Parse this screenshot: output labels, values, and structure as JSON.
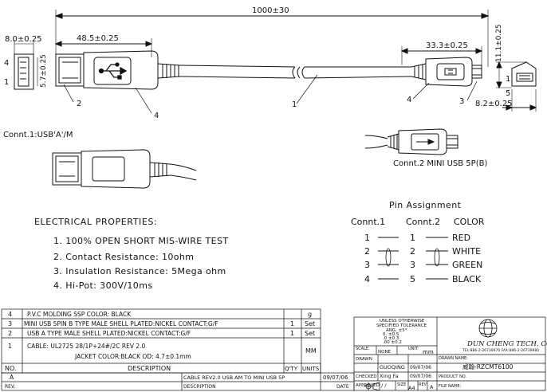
{
  "dimensions": {
    "overall_length": "1000±30",
    "plug_a_length": "48.5±0.25",
    "plug_a_width": "8.0±0.25",
    "plug_a_height": "5.7±0.25",
    "plug_b_length": "33.3±0.25",
    "plug_b_height": "11.1±0.25",
    "plug_b_width": "8.2±0.25",
    "end_view_a_pins": [
      "4",
      "1"
    ],
    "end_view_b_pins": [
      "1",
      "5"
    ]
  },
  "callouts": {
    "cable": "1",
    "plug_a_body": "2",
    "plug_b_body": "3",
    "overmold": "4"
  },
  "connectors": {
    "conn1_label": "Connt.1:USB'A'/M",
    "conn2_label": "Connt.2 MINI USB 5P(B)"
  },
  "electrical": {
    "heading": "ELECTRICAL PROPERTIES:",
    "items": [
      "1. 100% OPEN SHORT MIS-WIRE TEST",
      "2. Contact Resistance: 10ohm",
      "3. Insulation Resistance: 5Mega ohm",
      "4. Hi-Pot: 300V/10ms"
    ]
  },
  "pin_assignment": {
    "title": "Pin  Assignment",
    "headers": [
      "Connt.1",
      "Connt.2",
      "COLOR"
    ],
    "rows": [
      {
        "c1": "1",
        "c2": "1",
        "color": "RED"
      },
      {
        "c1": "2",
        "c2": "2",
        "color": "WHITE"
      },
      {
        "c1": "3",
        "c2": "3",
        "color": "GREEN"
      },
      {
        "c1": "4",
        "c2": "5",
        "color": "BLACK"
      }
    ]
  },
  "bom": {
    "rows": [
      {
        "no": "4",
        "desc": "P.V.C MOLDING SSP COLOR: BLACK",
        "qty": "",
        "unit": "g"
      },
      {
        "no": "3",
        "desc": "MINI USB 5PIN B TYPE MALE SHELL PLATED:NICKEL CONTACT:G/F",
        "qty": "1",
        "unit": "Set"
      },
      {
        "no": "2",
        "desc": "USB A TYPE MALE SHELL PLATED:NICKEL CONTACT:G/F",
        "qty": "1",
        "unit": "Set"
      },
      {
        "no": "1",
        "desc": "CABLE: UL2725 28/1P+24#/2C  REV 2.0",
        "qty": "",
        "unit": "MM"
      }
    ],
    "desc_line2": "JACKET COLOR:BLACK OD: 4.7±0.1mm",
    "header": {
      "no": "NO.",
      "desc": "DESCRIPTION",
      "qty": "Q'TY",
      "units": "UNITS"
    },
    "rev_row": {
      "rev": "A",
      "desc": "CABLE REV2.0 USB AM TO MINI USB 5P",
      "date": "09/07/06"
    },
    "rev_header": {
      "rev": "REV.",
      "desc": "DESCRIPTION",
      "date": "DATE"
    }
  },
  "title_block": {
    "tolerance": [
      "UNLESS OTHERWISE",
      "SPECIFIED TOLERANCE",
      "ANG.   ±5°",
      "0.    ±0.5",
      ".0    ±0.3",
      ".00   ±0.2"
    ],
    "scale_label": "SCALE:",
    "scale": "NONE",
    "unit_label": "UNIT:",
    "unit": "mm",
    "drawn_label": "DRAWN",
    "drawn_by": "GUOQING",
    "drawn_date": "09/07/06",
    "checked_label": "CHECKED",
    "checked_by": "Xing Fa",
    "checked_date": "09/07/06",
    "approved_label": "APPROVED",
    "approved_date": "/   /",
    "size_label": "SIZE",
    "size": "A4",
    "rev_label": "REV",
    "rev": "A",
    "company": "DUN CHENG TECH. CORP.,",
    "company_tel": "TEL:886-2-26739970  FAX:886-2-26739980",
    "drawn_name_label": "DRAWN NAME:",
    "drawing_name": "威翰-RZCMT6100",
    "product_no_label": "PRODUCT NO.",
    "file_name_label": "FILE NAME:"
  },
  "icons": [
    "usb-trident-icon",
    "company-globe-logo",
    "projection-symbol-icon"
  ],
  "colors": {
    "ink": "#111111",
    "paper": "#ffffff",
    "hatch": "#555555"
  }
}
